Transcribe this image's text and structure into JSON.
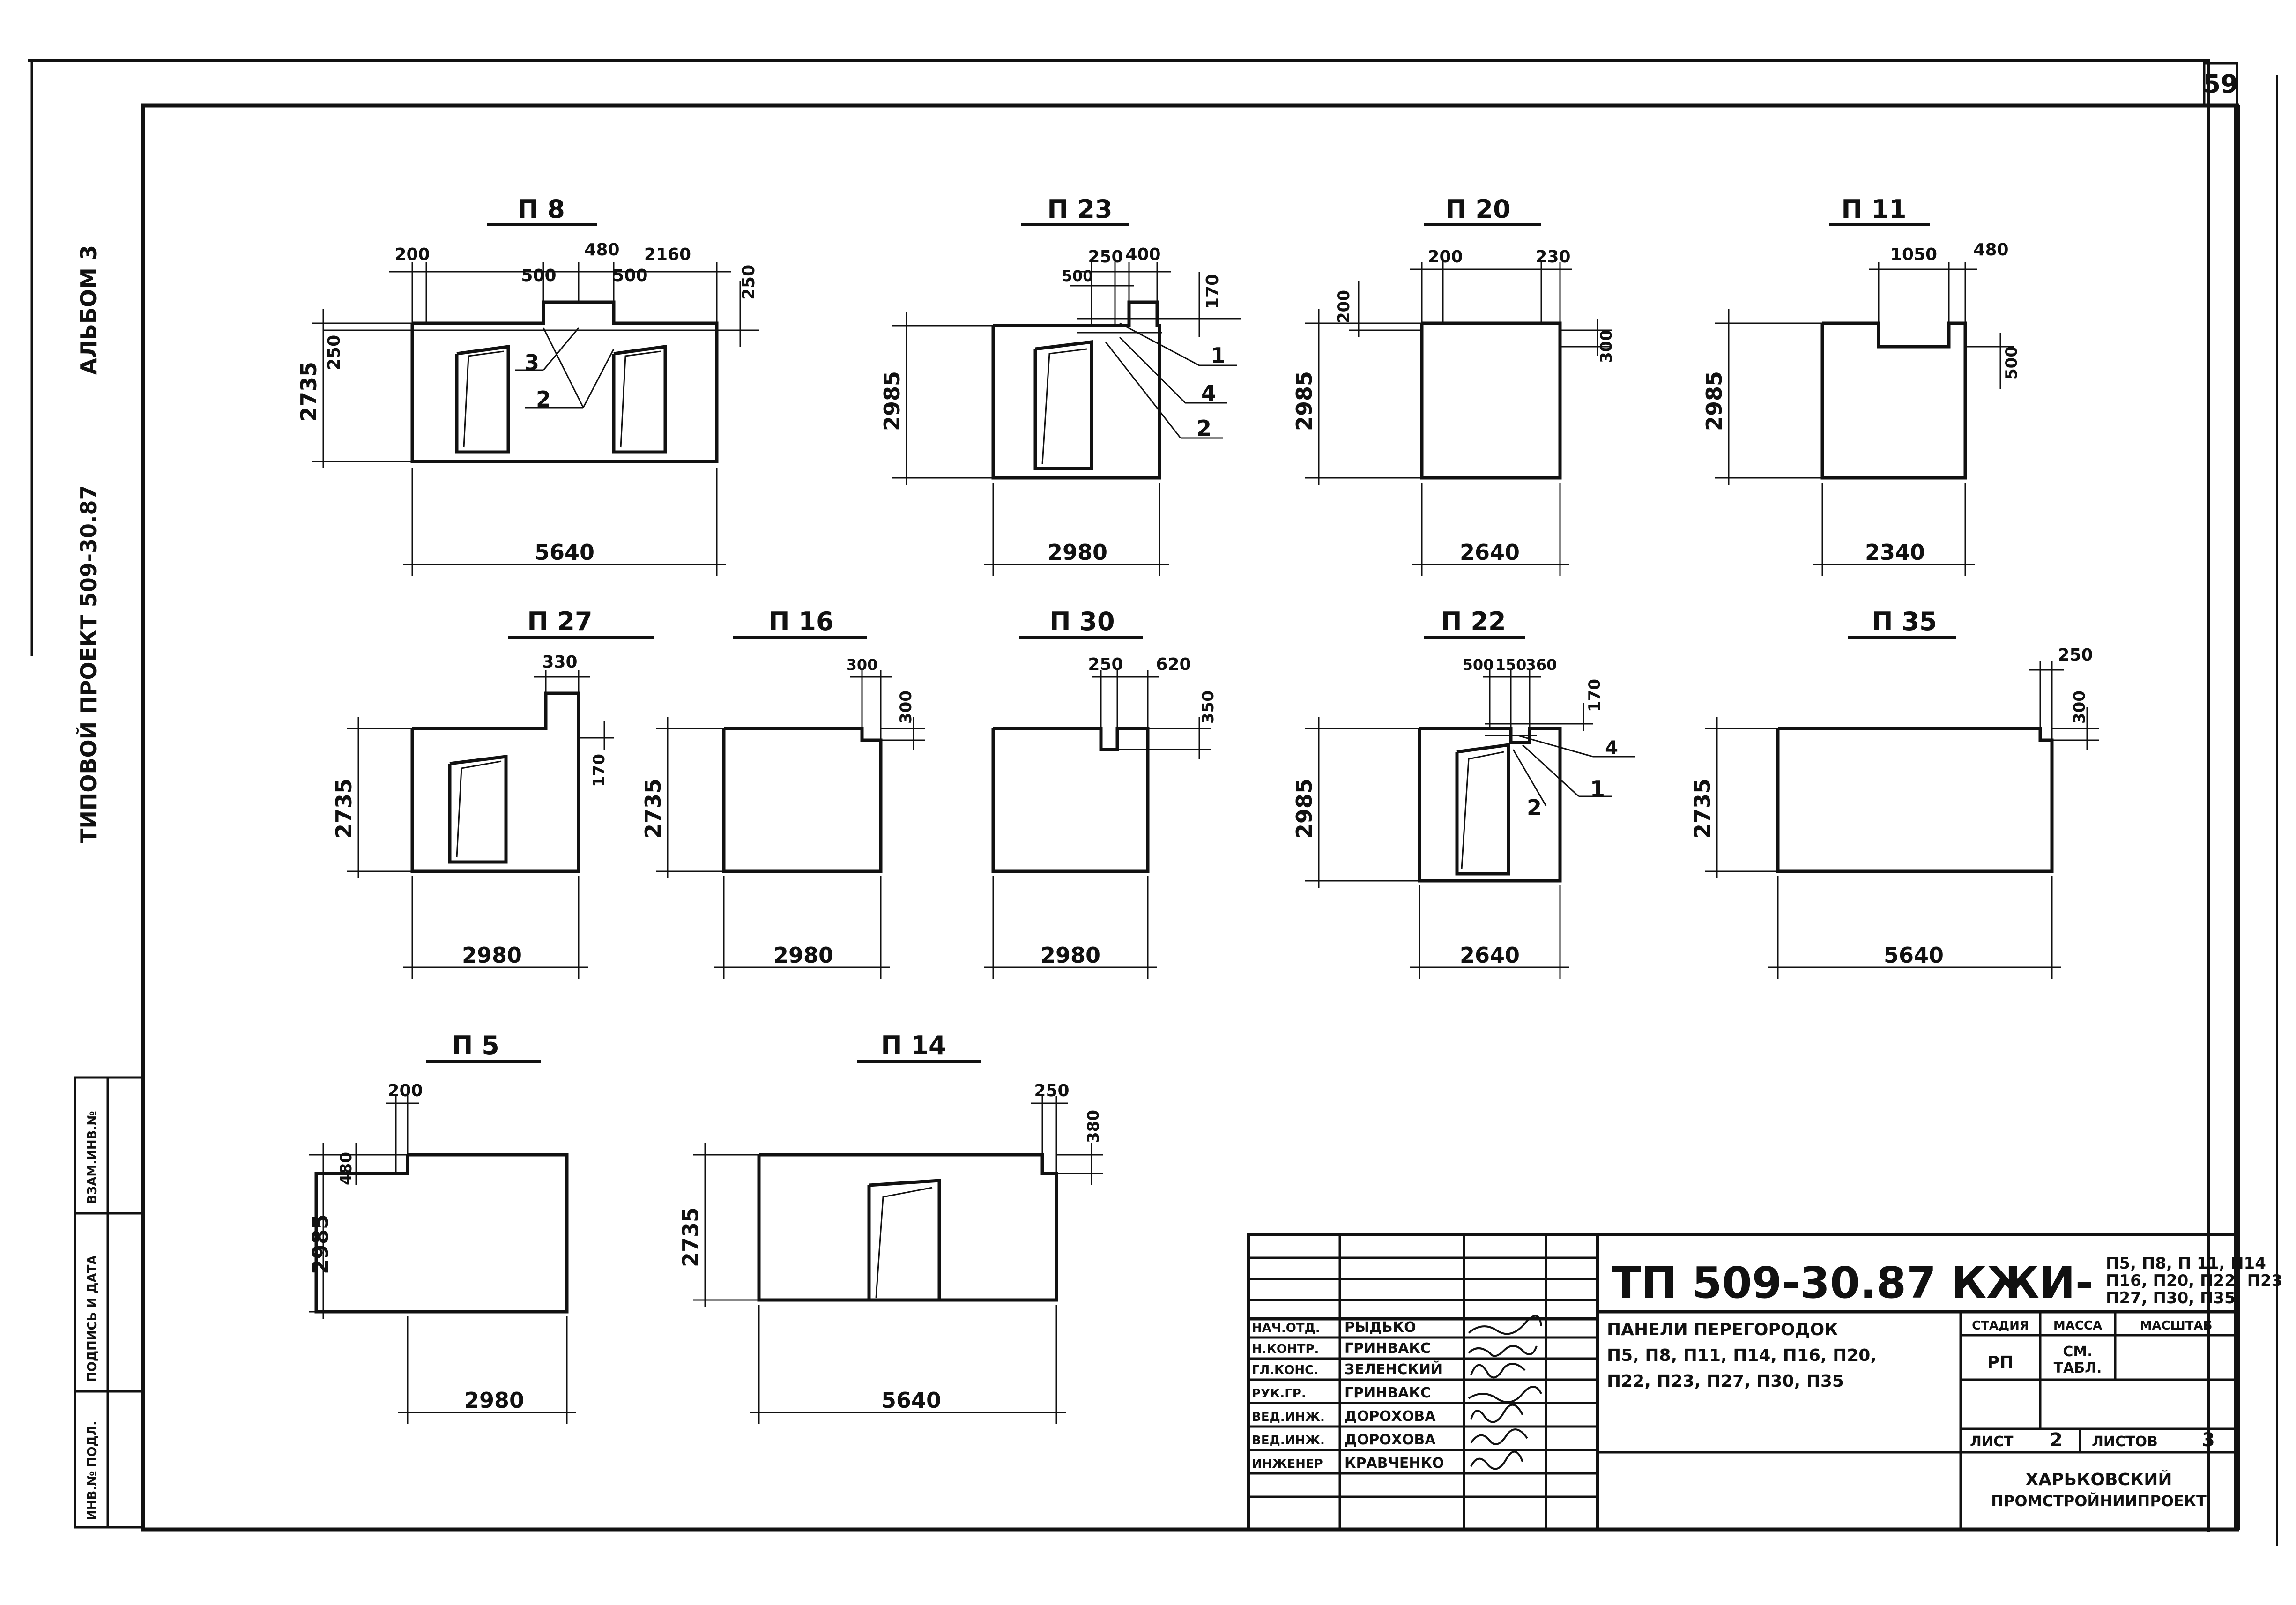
{
  "sheet": {
    "number": "59",
    "side_album": "АЛЬБОМ 3",
    "side_project": "ТИПОВОЙ ПРОЕКТ 509-30.87",
    "stamp_labels": [
      "ВЗАМ.ИНВ.№",
      "ПОДПИСЬ И ДАТА",
      "ИНВ.№ ПОДЛ."
    ]
  },
  "panels": [
    {
      "id": "p8",
      "title": "П 8",
      "height": "2735",
      "width": "5640",
      "dims": [
        "200",
        "480",
        "2160",
        "500",
        "500",
        "250",
        "250"
      ],
      "callouts": [
        "3",
        "2"
      ]
    },
    {
      "id": "p23",
      "title": "П 23",
      "height": "2985",
      "width": "2980",
      "dims": [
        "250",
        "400",
        "500",
        "170"
      ],
      "callouts": [
        "1",
        "4",
        "2"
      ]
    },
    {
      "id": "p20",
      "title": "П 20",
      "height": "2985",
      "width": "2640",
      "dims": [
        "200",
        "200",
        "230",
        "300"
      ],
      "callouts": []
    },
    {
      "id": "p11",
      "title": "П 11",
      "height": "2985",
      "width": "2340",
      "dims": [
        "1050",
        "480",
        "500"
      ],
      "callouts": []
    },
    {
      "id": "p27",
      "title": "П 27",
      "height": "2735",
      "width": "2980",
      "dims": [
        "330",
        "170"
      ],
      "callouts": []
    },
    {
      "id": "p16",
      "title": "П 16",
      "height": "2735",
      "width": "2980",
      "dims": [
        "300",
        "300"
      ],
      "callouts": []
    },
    {
      "id": "p30",
      "title": "П 30",
      "height": "",
      "width": "2980",
      "dims": [
        "250",
        "620",
        "350"
      ],
      "callouts": []
    },
    {
      "id": "p22",
      "title": "П 22",
      "height": "2985",
      "width": "2640",
      "dims": [
        "500",
        "150",
        "360",
        "170"
      ],
      "callouts": [
        "4",
        "2",
        "1"
      ]
    },
    {
      "id": "p35",
      "title": "П 35",
      "height": "2735",
      "width": "5640",
      "dims": [
        "250",
        "300"
      ],
      "callouts": []
    },
    {
      "id": "p5",
      "title": "П 5",
      "height": "2985",
      "width": "2980",
      "dims": [
        "200",
        "480"
      ],
      "callouts": []
    },
    {
      "id": "p14",
      "title": "П 14",
      "height": "2735",
      "width": "5640",
      "dims": [
        "250",
        "380"
      ],
      "callouts": []
    }
  ],
  "title_block": {
    "code": "ТП 509-30.87 КЖИ-",
    "code_suffix_1": "П5, П8, П 11, П14",
    "code_suffix_2": "П16, П20, П22, П23",
    "code_suffix_3": "П27, П30, П35",
    "description_1": "ПАНЕЛИ ПЕРЕГОРОДОК",
    "description_2": "П5, П8, П11, П14, П16, П20,",
    "description_3": "П22, П23, П27, П30, П35",
    "stage_header": "СТАДИЯ",
    "mass_header": "МАССА",
    "scale_header": "МАСШТАБ",
    "stage_value": "РП",
    "mass_value_1": "СМ.",
    "mass_value_2": "ТАБЛ.",
    "sheet_label": "ЛИСТ",
    "sheet_value": "2",
    "sheets_label": "ЛИСТОВ",
    "sheets_value": "3",
    "org_1": "ХАРЬКОВСКИЙ",
    "org_2": "ПРОМСТРОЙНИИПРОЕКТ",
    "staff": [
      {
        "role": "НАЧ.ОТД.",
        "name": "РЫДЬКО"
      },
      {
        "role": "Н.КОНТР.",
        "name": "ГРИНВАКС"
      },
      {
        "role": "ГЛ.КОНС.",
        "name": "ЗЕЛЕНСКИЙ"
      },
      {
        "role": "РУК.ГР.",
        "name": "ГРИНВАКС"
      },
      {
        "role": "ВЕД.ИНЖ.",
        "name": "ДОРОХОВА"
      },
      {
        "role": "ВЕД.ИНЖ.",
        "name": "ДОРОХОВА"
      },
      {
        "role": "ИНЖЕНЕР",
        "name": "КРАВЧЕНКО"
      }
    ]
  }
}
